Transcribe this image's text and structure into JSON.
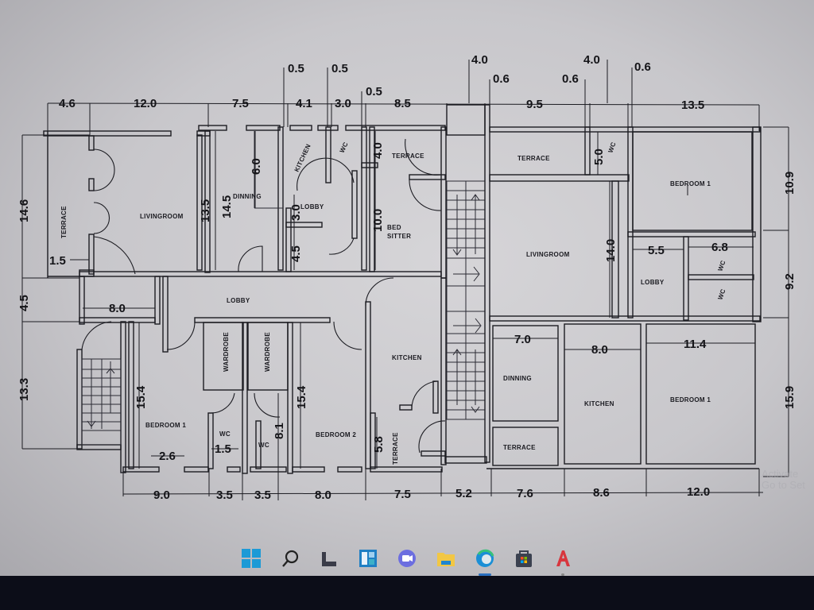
{
  "plan": {
    "top_dimensions": [
      "4.6",
      "12.0",
      "7.5",
      "4.1",
      "3.0",
      "8.5",
      "9.5",
      "13.5"
    ],
    "top_callouts": [
      "0.5",
      "0.5",
      "0.5",
      "4.0",
      "0.6",
      "0.6",
      "4.0",
      "0.6"
    ],
    "bottom_dimensions": [
      "9.0",
      "3.5",
      "3.5",
      "8.0",
      "7.5",
      "5.2",
      "7.6",
      "8.6",
      "12.0"
    ],
    "left_dimensions": [
      "14.6",
      "4.5",
      "13.3"
    ],
    "right_dimensions": [
      "10.9",
      "9.2",
      "15.9"
    ],
    "inner_dimensions": {
      "livingroom_left_h": "13.5",
      "dinning_h": "14.5",
      "kitchen_top_h": "6.0",
      "lobby_top_h": "3.0",
      "lobby_bottom_h": "4.5",
      "terrace_top_h": "4.0",
      "bed_sitter_h": "10.0",
      "terrace_step": "1.5",
      "lobby_left_w": "8.0",
      "bedroom1_h": "15.4",
      "bedroom2_h": "15.4",
      "wc_h": "8.1",
      "bedroom1_door": "2.6",
      "wc_door": "1.5",
      "terrace_bottom_h": "5.8",
      "wc_right_h": "5.0",
      "livingroom_right_h": "14.0",
      "lobby_right_w": "5.5",
      "wc_right_w": "6.8",
      "dinning_w": "7.0",
      "kitchen_w": "8.0",
      "bedroom_right_w": "11.4"
    },
    "rooms": {
      "terrace_left": "TERRACE",
      "livingroom_left": "LIVINGROOM",
      "dinning_top": "DINNING",
      "kitchen_top": "KITCHEN",
      "wc_top": "WC",
      "lobby_top": "LOBBY",
      "terrace_top": "TERRACE",
      "bed_sitter_1": "BED",
      "bed_sitter_2": "SITTER",
      "lobby_mid": "LOBBY",
      "wardrobe_1": "WARDROBE",
      "wardrobe_2": "WARDROBE",
      "bedroom_1_left": "BEDROOM 1",
      "wc_left_1": "WC",
      "wc_left_2": "WC",
      "bedroom_2": "BEDROOM 2",
      "kitchen_mid": "KITCHEN",
      "terrace_mid": "TERRACE",
      "terrace_right_top": "TERRACE",
      "wc_right_top": "WC",
      "bedroom_1_right_top": "BEDROOM 1",
      "livingroom_right": "LIVINGROOM",
      "lobby_right": "LOBBY",
      "wc_right_1": "WC",
      "wc_right_2": "WC",
      "dinning_right": "DINNING",
      "terrace_right_bottom": "TERRACE",
      "kitchen_right": "KITCHEN",
      "bedroom_1_right_bottom": "BEDROOM 1"
    }
  },
  "watermark": {
    "line1": "Activate",
    "line2": "Go to Set"
  },
  "taskbar": {
    "items": [
      {
        "name": "start",
        "icon": "windows-logo-icon"
      },
      {
        "name": "search",
        "icon": "search-icon"
      },
      {
        "name": "task-view",
        "icon": "task-view-icon"
      },
      {
        "name": "widgets",
        "icon": "widgets-icon"
      },
      {
        "name": "teams-chat",
        "icon": "chat-icon"
      },
      {
        "name": "file-explorer",
        "icon": "folder-icon"
      },
      {
        "name": "edge",
        "icon": "edge-icon",
        "active": true
      },
      {
        "name": "store",
        "icon": "store-icon"
      },
      {
        "name": "autocad",
        "icon": "autocad-icon",
        "running": true
      }
    ],
    "colors": {
      "start": "#1c9ad6",
      "widgets": "#1f7fc4",
      "chat": "#6c6ee0",
      "folder": "#f2c744",
      "edge": "#1a8fd6",
      "store": "#3b4150",
      "autocad": "#d8363e"
    }
  }
}
